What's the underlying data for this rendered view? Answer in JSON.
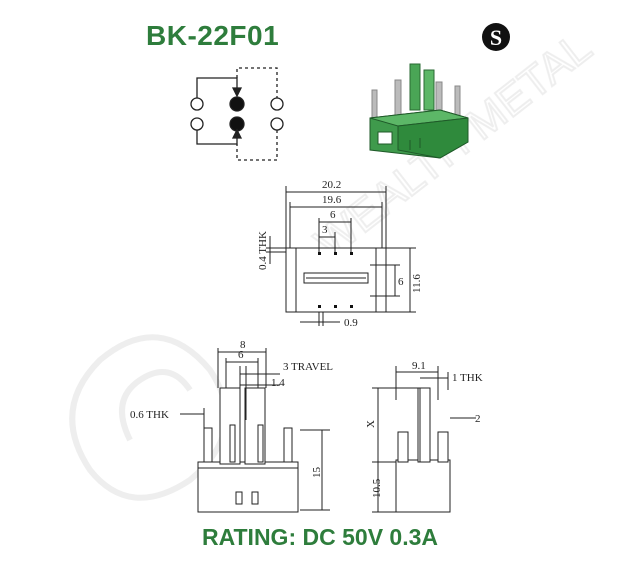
{
  "title": "BK-22F01",
  "rating": "RATING: DC 50V 0.3A",
  "colors": {
    "accent": "#2e7d3c",
    "switch_body": "#3f9a4c",
    "line": "#222222"
  },
  "logo": {
    "letter": "S"
  },
  "watermark": {
    "text": "WEALTH METAL"
  },
  "dimensions": {
    "top_view": {
      "overall_width": "20.2",
      "inner_width": "19.6",
      "pin_span": "6",
      "pin_pitch": "3",
      "thickness": "0.4 THK",
      "body_height": "11.6",
      "row_spacing": "6",
      "pin_width": "0.9"
    },
    "front_view": {
      "actuator_outer": "8",
      "actuator_inner": "6",
      "travel": "3 TRAVEL",
      "slot": "1.4",
      "thickness": "0.6 THK",
      "height": "15"
    },
    "side_view": {
      "depth": "9.1",
      "thickness": "1 THK",
      "variable": "X",
      "pin_offset": "2",
      "height": "10.5"
    }
  }
}
